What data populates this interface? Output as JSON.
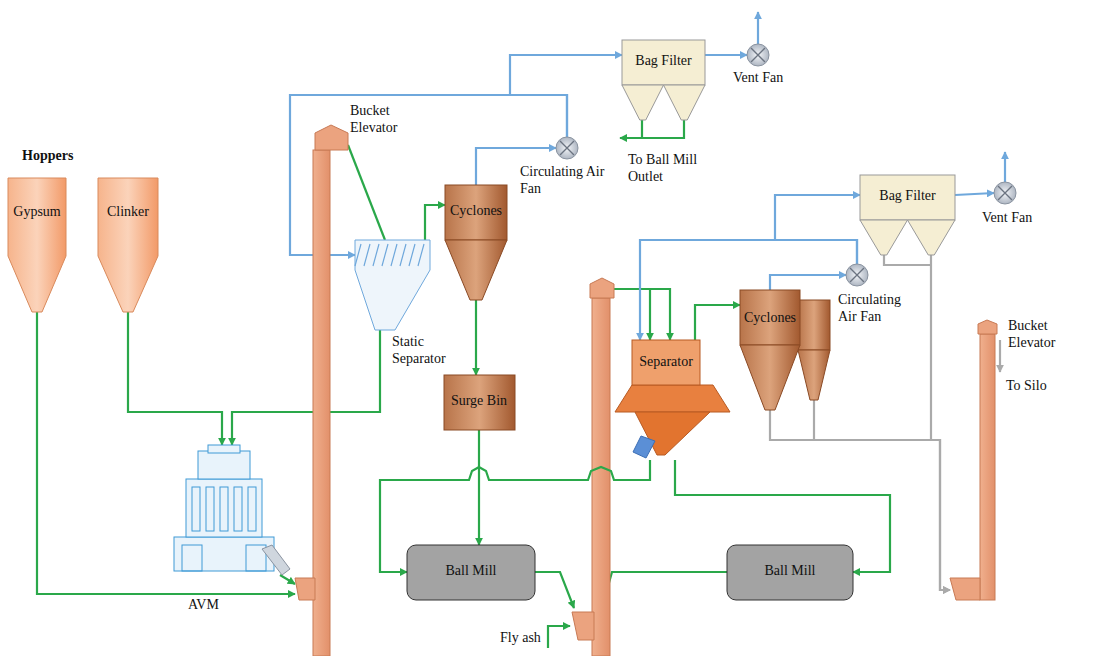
{
  "diagram": {
    "nodes": [
      {
        "text": [
          "Gypsum"
        ]
      },
      {
        "text": [
          "Clinker"
        ]
      },
      {
        "text": [
          "AVM"
        ]
      },
      {
        "text": [
          "Bucket Elevator"
        ]
      },
      {
        "text": [
          "Static Separator"
        ]
      },
      {
        "text": [
          "Cyclones"
        ]
      },
      {
        "text": [
          "Circulating Air Fan"
        ]
      },
      {
        "text": [
          "Bag Filter"
        ]
      },
      {
        "text": [
          "Vent Fan"
        ]
      },
      {
        "text": [
          "Surge Bin"
        ]
      },
      {
        "text": [
          "Ball Mill"
        ]
      },
      {
        "text": [
          "Separator"
        ]
      },
      {
        "text": [
          "Cyclones"
        ]
      },
      {
        "text": [
          "Circulating Air Fan"
        ]
      },
      {
        "text": [
          "Bag Filter"
        ]
      },
      {
        "text": [
          "Vent Fan"
        ]
      },
      {
        "text": [
          "Bucket Elevator"
        ]
      },
      {
        "text": [
          "Ball Mill"
        ]
      }
    ],
    "edges": [
      {
        "from": 0,
        "to": 3,
        "arrow": "to"
      },
      {
        "from": 1,
        "to": 2,
        "arrow": "to"
      },
      {
        "from": 4,
        "to": 2,
        "arrow": "to"
      },
      {
        "from": 2,
        "to": 3,
        "arrow": "to"
      },
      {
        "from": 3,
        "to": 4,
        "arrow": "none"
      },
      {
        "from": 4,
        "to": 5,
        "arrow": "to"
      },
      {
        "from": 5,
        "to": 9,
        "arrow": "to"
      },
      {
        "from": 5,
        "to": 6,
        "arrow": "to"
      },
      {
        "from": 6,
        "to": 4,
        "arrow": "to"
      },
      {
        "from": 6,
        "to": 7,
        "arrow": "to"
      },
      {
        "from": 7,
        "to": 8,
        "arrow": "to"
      },
      {
        "from": 9,
        "to": 10,
        "arrow": "to"
      },
      {
        "from": 11,
        "to": 10,
        "arrow": "to"
      },
      {
        "from": 11,
        "to": 17,
        "arrow": "to"
      },
      {
        "from": 11,
        "to": 12,
        "arrow": "to"
      },
      {
        "from": 12,
        "to": 13,
        "arrow": "to"
      },
      {
        "from": 13,
        "to": 11,
        "arrow": "to"
      },
      {
        "from": 13,
        "to": 14,
        "arrow": "to"
      },
      {
        "from": 14,
        "to": 15,
        "arrow": "to"
      },
      {
        "from": 14,
        "to": 16,
        "arrow": "to"
      },
      {
        "from": 12,
        "to": 16,
        "arrow": "to"
      }
    ],
    "labels": [
      "Hoppers",
      "To Ball Mill Outlet",
      "Fly ash",
      "To Silo"
    ]
  }
}
